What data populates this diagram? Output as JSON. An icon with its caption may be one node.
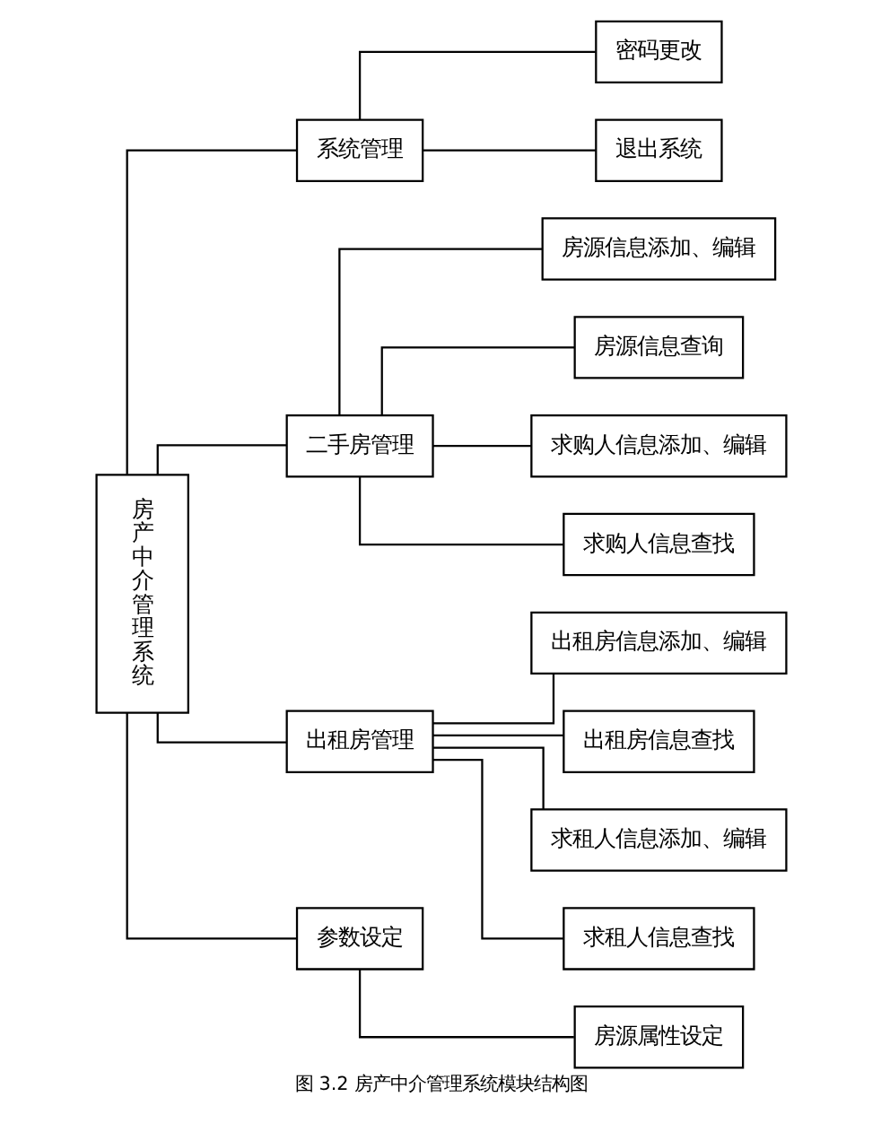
{
  "diagram": {
    "caption": "图 3.2 房产中介管理系统模块结构图",
    "nodes": [
      {
        "text": [
          "房产中介管理系统"
        ]
      },
      {
        "text": [
          "系统管理"
        ]
      },
      {
        "text": [
          "密码更改"
        ]
      },
      {
        "text": [
          "退出系统"
        ]
      },
      {
        "text": [
          "二手房管理"
        ]
      },
      {
        "text": [
          "房源信息添加、编辑"
        ]
      },
      {
        "text": [
          "房源信息查询"
        ]
      },
      {
        "text": [
          "求购人信息添加、编辑"
        ]
      },
      {
        "text": [
          "求购人信息查找"
        ]
      },
      {
        "text": [
          "出租房管理"
        ]
      },
      {
        "text": [
          "出租房信息添加、编辑"
        ]
      },
      {
        "text": [
          "出租房信息查找"
        ]
      },
      {
        "text": [
          "求租人信息添加、编辑"
        ]
      },
      {
        "text": [
          "求租人信息查找"
        ]
      },
      {
        "text": [
          "参数设定"
        ]
      },
      {
        "text": [
          "房源属性设定"
        ]
      }
    ],
    "edges": [
      {
        "from": 0,
        "to": 1,
        "arrow": "none"
      },
      {
        "from": 0,
        "to": 4,
        "arrow": "none"
      },
      {
        "from": 0,
        "to": 9,
        "arrow": "none"
      },
      {
        "from": 0,
        "to": 14,
        "arrow": "none"
      },
      {
        "from": 1,
        "to": 2,
        "arrow": "none"
      },
      {
        "from": 1,
        "to": 3,
        "arrow": "none"
      },
      {
        "from": 4,
        "to": 5,
        "arrow": "none"
      },
      {
        "from": 4,
        "to": 6,
        "arrow": "none"
      },
      {
        "from": 4,
        "to": 7,
        "arrow": "none"
      },
      {
        "from": 4,
        "to": 8,
        "arrow": "none"
      },
      {
        "from": 9,
        "to": 10,
        "arrow": "none"
      },
      {
        "from": 9,
        "to": 11,
        "arrow": "none"
      },
      {
        "from": 9,
        "to": 12,
        "arrow": "none"
      },
      {
        "from": 9,
        "to": 13,
        "arrow": "none"
      },
      {
        "from": 14,
        "to": 15,
        "arrow": "none"
      }
    ]
  }
}
